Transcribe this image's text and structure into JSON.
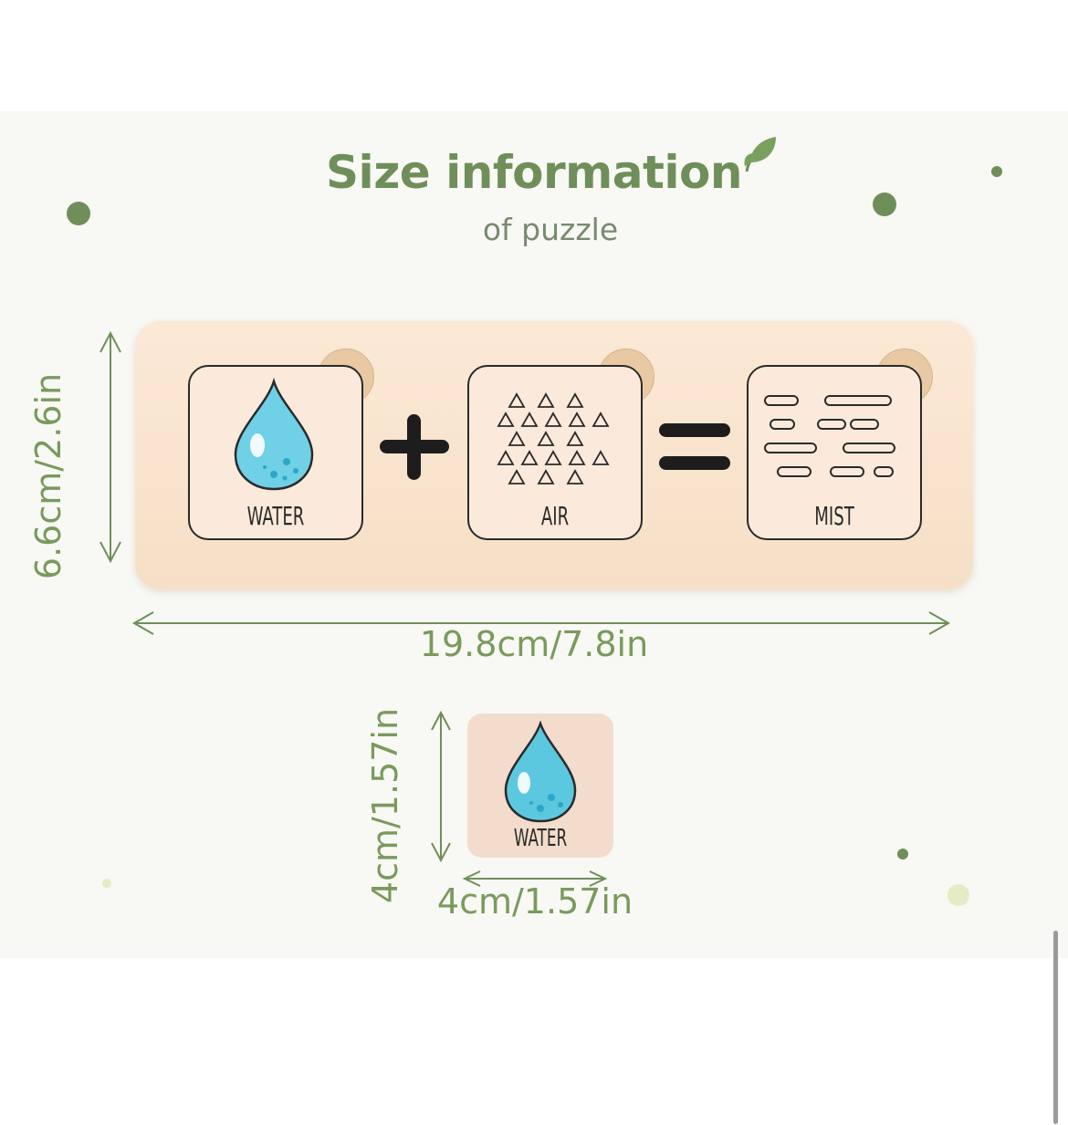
{
  "heading": {
    "title": "Size information",
    "subtitle": "of puzzle"
  },
  "puzzle_board": {
    "pieces": [
      {
        "label": "WATER",
        "icon": "water-drop-icon"
      },
      {
        "label": "AIR",
        "icon": "air-triangles-icon"
      },
      {
        "label": "MIST",
        "icon": "mist-dashes-icon"
      }
    ],
    "operators": [
      "plus-icon",
      "equals-icon"
    ]
  },
  "dimensions": {
    "board_height": "6.6cm/2.6in",
    "board_width": "19.8cm/7.8in",
    "piece_height": "4cm/1.57in",
    "piece_width": "4cm/1.57in"
  },
  "single_piece": {
    "label": "WATER",
    "icon": "water-drop-icon"
  },
  "colors": {
    "accent_green": "#6f8f5a",
    "dimension_green": "#7a9a5c",
    "board_wood": "#f6dfc6",
    "water_blue": "#5cc8e0"
  }
}
